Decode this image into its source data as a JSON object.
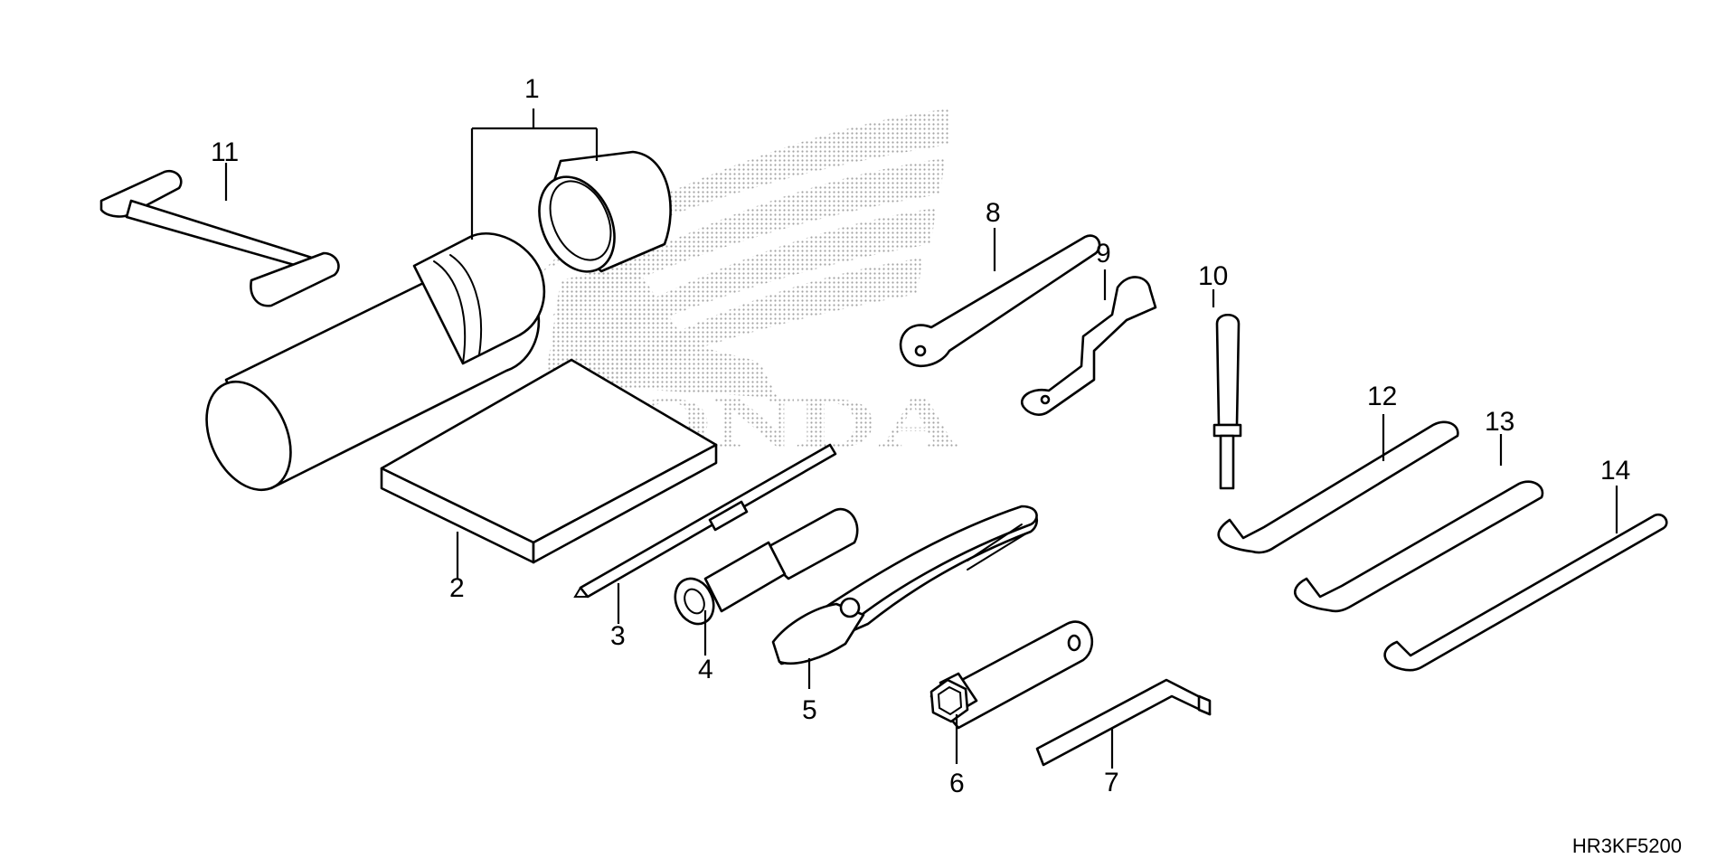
{
  "diagram": {
    "part_numbers": [
      "1",
      "2",
      "3",
      "4",
      "5",
      "6",
      "7",
      "8",
      "9",
      "10",
      "11",
      "12",
      "13",
      "14"
    ],
    "drawing_code": "HR3KF5200"
  },
  "watermark": {
    "brand_text": "HONDA",
    "color": "#9a9a9a"
  },
  "colors": {
    "line": "#000000",
    "background": "#ffffff"
  }
}
